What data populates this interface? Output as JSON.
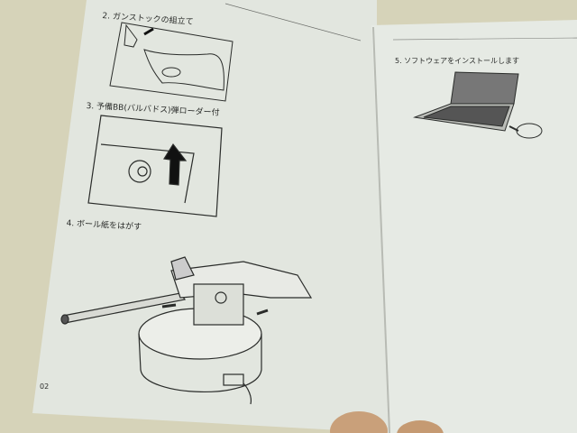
{
  "left_page": {
    "steps": [
      {
        "label": "2. ガンストックの組立て"
      },
      {
        "label": "3. 予備BB(バルバドス)弾ローダー付"
      },
      {
        "label": "4. ボール紙をはがす"
      }
    ],
    "page_number": "02"
  },
  "right_page": {
    "steps": [
      {
        "label": "5. ソフトウェアをインストールします"
      }
    ]
  },
  "colors": {
    "background": "#d6d3b9",
    "paper": "#e4e8e2",
    "ink": "#2a2c2a",
    "skin": "#c9a07a"
  }
}
